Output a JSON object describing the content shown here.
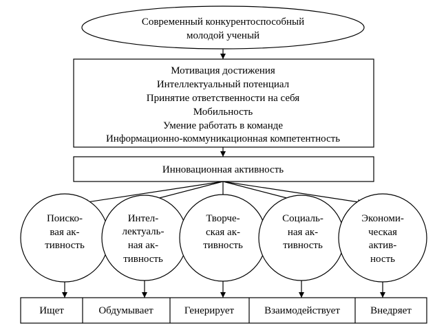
{
  "top_node": {
    "lines": [
      "Современный конкурентоспособный",
      "молодой ученый"
    ]
  },
  "qualities": [
    "Мотивация достижения",
    "Интеллектуальный потенциал",
    "Принятие ответственности на себя",
    "Мобильность",
    "Умение работать в команде",
    "Информационно-коммуникационная компетентность"
  ],
  "innovation": {
    "label": "Инновационная активность"
  },
  "activities": [
    {
      "lines": [
        "Поиско-",
        "вая ак-",
        "тивность"
      ]
    },
    {
      "lines": [
        "Интел-",
        "лектуаль-",
        "ная ак-",
        "тивность"
      ]
    },
    {
      "lines": [
        "Творче-",
        "ская ак-",
        "тивность"
      ]
    },
    {
      "lines": [
        "Социаль-",
        "ная ак-",
        "тивность"
      ]
    },
    {
      "lines": [
        "Экономи-",
        "ческая",
        "актив-",
        "ность"
      ]
    }
  ],
  "actions": [
    "Ищет",
    "Обдумывает",
    "Генерирует",
    "Взаимодействует",
    "Внедряет"
  ]
}
